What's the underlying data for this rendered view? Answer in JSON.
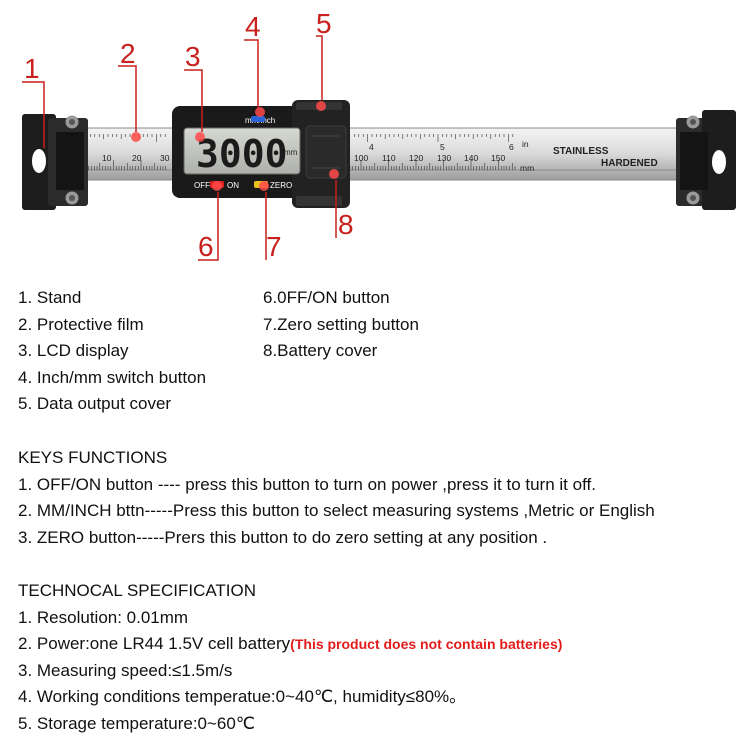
{
  "callouts": [
    "1",
    "2",
    "3",
    "4",
    "5",
    "6",
    "7",
    "8"
  ],
  "device": {
    "lcd_label": "mm/inch",
    "reading": "3000",
    "reading_unit": "mm",
    "off_label": "OFF",
    "on_label": "ON",
    "zero_label": "ZERO",
    "scale_mm_labels": [
      "10",
      "20",
      "30",
      "100",
      "110",
      "120",
      "130",
      "140",
      "150"
    ],
    "scale_in_labels": [
      "4",
      "5",
      "6"
    ],
    "unit_in": "in",
    "unit_mm": "mm",
    "plate_line1": "STAINLESS",
    "plate_line2": "HARDENED"
  },
  "parts_list": {
    "left": [
      "1. Stand",
      "2. Protective film",
      "3. LCD display",
      "4. Inch/mm switch button",
      "5. Data output cover"
    ],
    "right": [
      "6.0FF/ON button",
      "7.Zero setting button",
      "8.Battery cover"
    ]
  },
  "keys_functions": {
    "title": "KEYS FUNCTIONS",
    "items": [
      "1. OFF/ON button ---- press this button to turn on power ,press it to turn it off.",
      "2. MM/INCH bttn-----Press this button to select measuring systems ,Metric or English",
      "3. ZERO button-----Prers this button to do zero setting at any position ."
    ]
  },
  "spec": {
    "title": "TECHNOCAL SPECIFICATION",
    "items": [
      "1. Resolution: 0.01mm",
      "2. Power:one LR44 1.5V cell battery",
      "3. Measuring speed:≤1.5m/s",
      "4. Working conditions temperatue:0~40℃,  humidity≤80%。",
      "5. Storage temperature:0~60℃"
    ],
    "battery_note": "(This product does not contain batteries)"
  },
  "colors": {
    "callout_red": "#c8201c",
    "note_red": "#e21b1b",
    "off_button": "#e02020",
    "zero_button": "#e8c020",
    "mode_button": "#2a64d8"
  }
}
